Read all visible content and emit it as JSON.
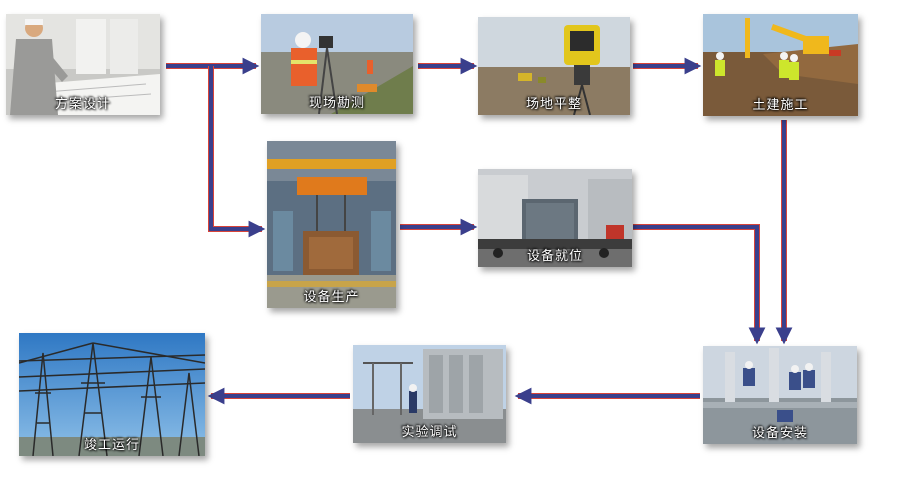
{
  "steps": [
    {
      "id": "design",
      "label": "方案设计"
    },
    {
      "id": "survey",
      "label": "现场勘测"
    },
    {
      "id": "leveling",
      "label": "场地平整"
    },
    {
      "id": "civil",
      "label": "土建施工"
    },
    {
      "id": "production",
      "label": "设备生产"
    },
    {
      "id": "positioning",
      "label": "设备就位"
    },
    {
      "id": "installation",
      "label": "设备安装"
    },
    {
      "id": "testing",
      "label": "实验调试"
    },
    {
      "id": "operation",
      "label": "竣工运行"
    }
  ],
  "colors": {
    "arrow_fill": "#3a3f8c",
    "arrow_edge": "#d8443a",
    "caption": "#ffffff"
  }
}
